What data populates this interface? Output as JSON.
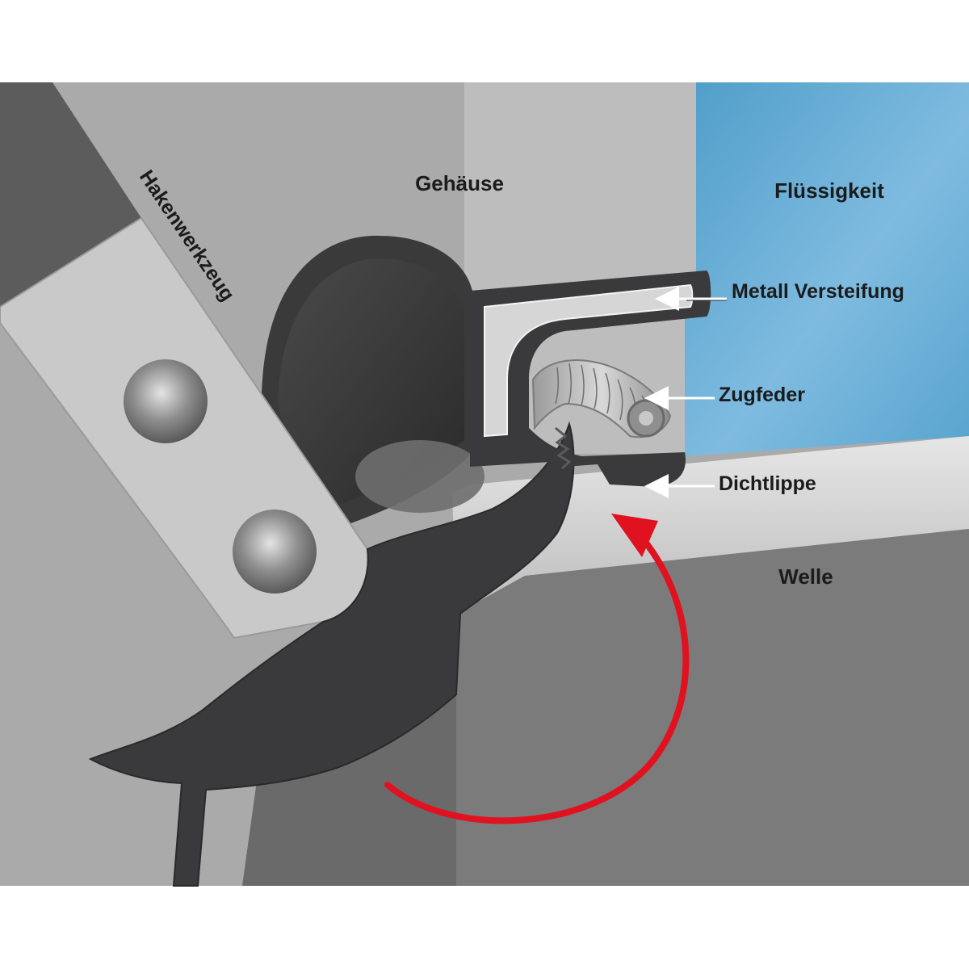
{
  "labels": {
    "housing": "Gehäuse",
    "fluid": "Flüssigkeit",
    "stiffener": "Metall Versteifung",
    "spring": "Zugfeder",
    "lip": "Dichtlippe",
    "shaft": "Welle",
    "tool": "Hakenwerkzeug"
  },
  "colors": {
    "housing": "#a9a9a9",
    "fluid": "#5aa6cf",
    "seal": "#3a3a3d",
    "tool_plate": "#c8c8c8",
    "shaft_face": "#7a7a7a",
    "shaft_top": "#cfcfcf",
    "arrow": "#e0121f"
  }
}
